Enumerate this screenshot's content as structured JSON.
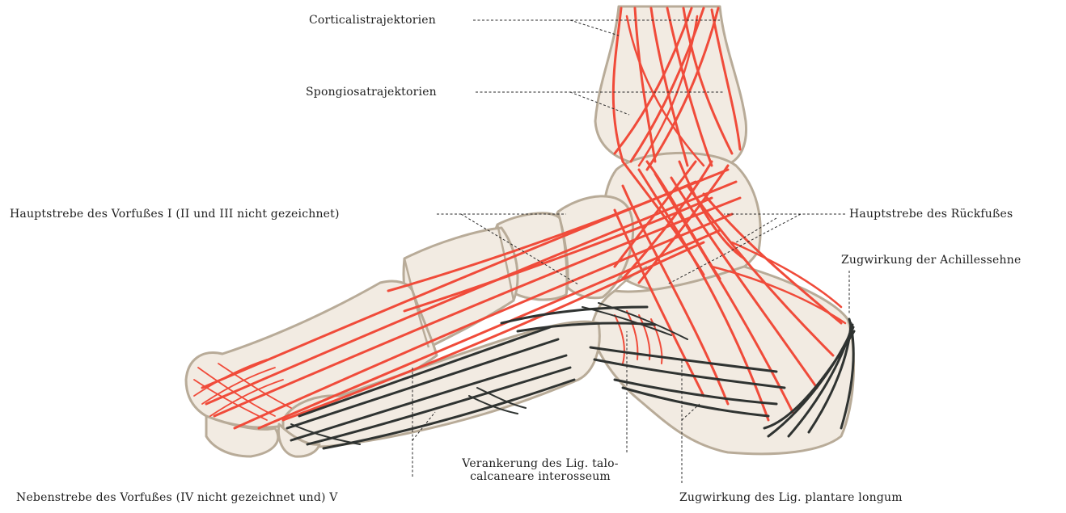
{
  "labels": {
    "corticalis": "Corticalistrajektorien",
    "spongiosa": "Spongiosatrajektorien",
    "hauptstrebe_vorfuss": "Hauptstrebe des Vorfußes I (II und III nicht gezeichnet)",
    "hauptstrebe_rueckfuss": "Hauptstrebe des Rückfußes",
    "achillessehne": "Zugwirkung der Achillessehne",
    "verankerung_line1": "Verankerung des Lig. talo-",
    "verankerung_line2": "calcaneare interosseum",
    "nebenstrebe": "Nebenstrebe des Vorfußes (IV nicht gezeichnet und) V",
    "plantare_longum": "Zugwirkung des Lig. plantare longum"
  },
  "colors": {
    "trajectory_red": "#f04b3a",
    "ligament_dark": "#2f3331",
    "bone_fill": "#f2ebe2",
    "bone_outline": "#b8ab98",
    "text": "#1e1e1e"
  }
}
